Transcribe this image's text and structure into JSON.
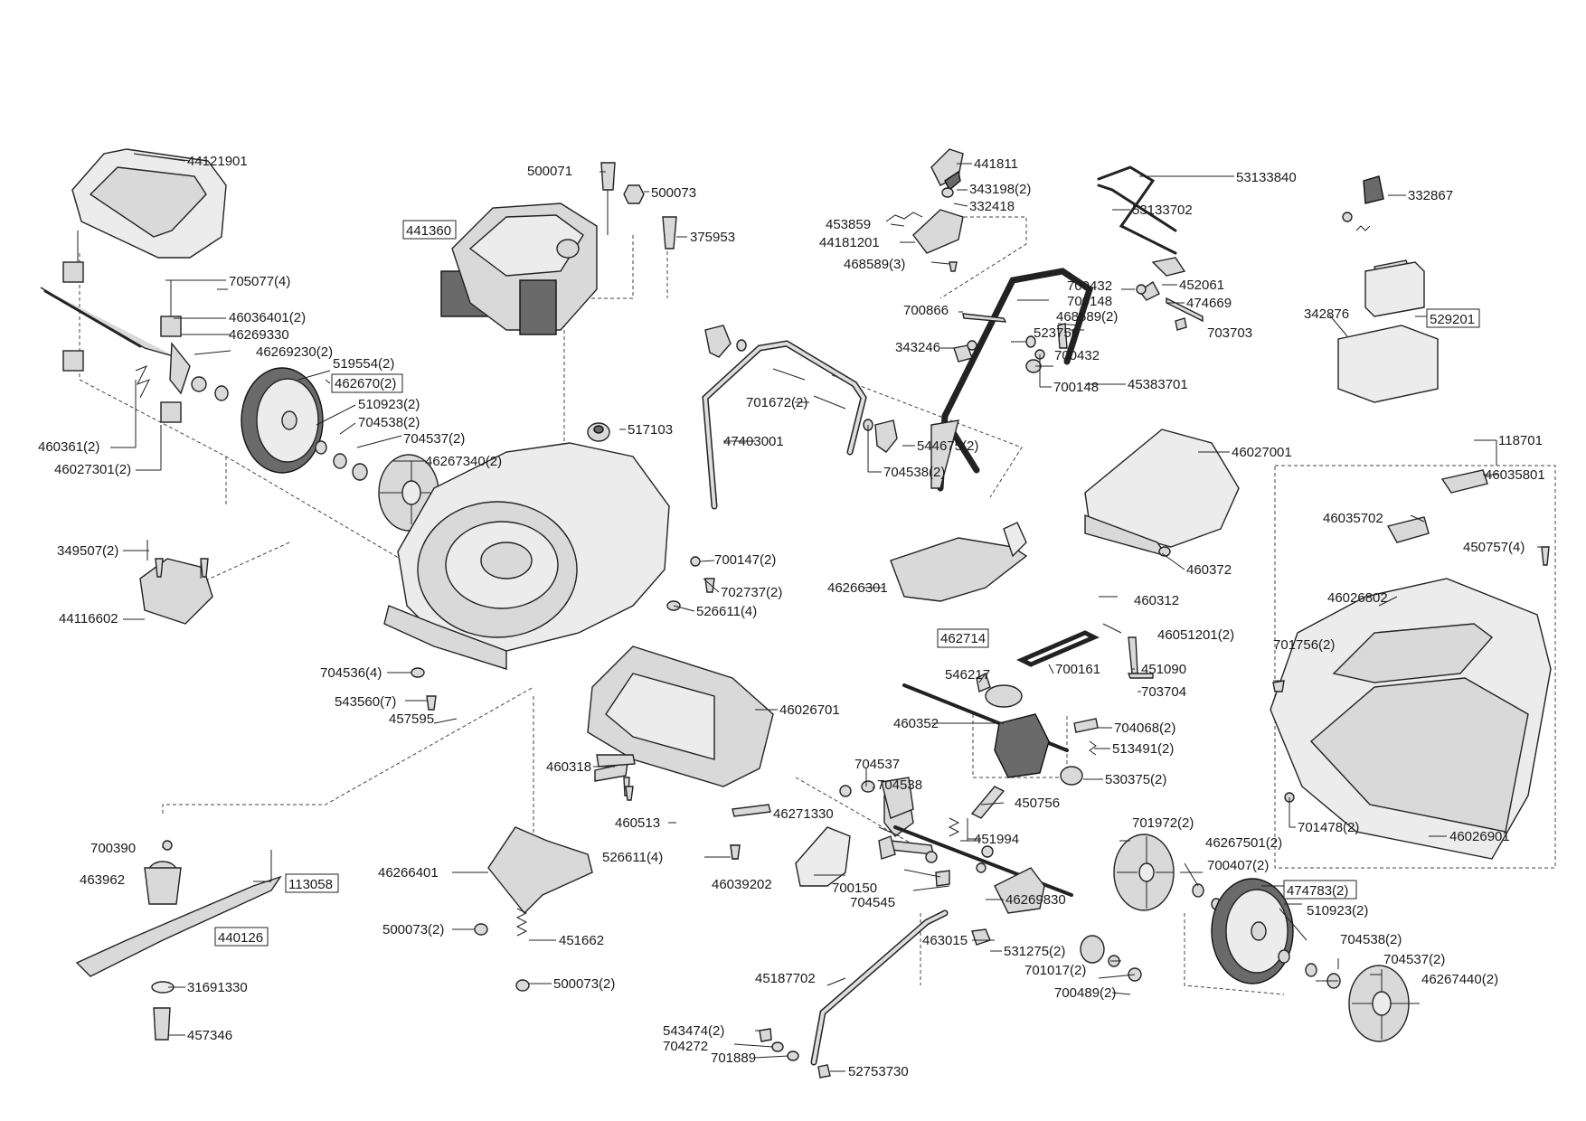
{
  "parts": {
    "p44121901": "44121901",
    "p441360": "441360",
    "p500071": "500071",
    "p500073": "500073",
    "p375953": "375953",
    "p705077": "705077(4)",
    "p46036401": "46036401(2)",
    "p46269330": "46269330",
    "p46269230": "46269230(2)",
    "p519554": "519554(2)",
    "p462670": "462670(2)",
    "p510923a": "510923(2)",
    "p704538a": "704538(2)",
    "p704537a": "704537(2)",
    "p46267340": "46267340(2)",
    "p460361": "460361(2)",
    "p46027301": "46027301(2)",
    "p517103": "517103",
    "p349507": "349507(2)",
    "p44116602": "44116602",
    "p700147": "700147(2)",
    "p702737": "702737(2)",
    "p526611a": "526611(4)",
    "p704536": "704536(4)",
    "p543560": "543560(7)",
    "p457595": "457595",
    "p46026701": "46026701",
    "p460318": "460318",
    "p460513": "460513",
    "p526611b": "526611(4)",
    "p700390": "700390",
    "p463962": "463962",
    "p113058": "113058",
    "p440126": "440126",
    "p31691330": "31691330",
    "p457346": "457346",
    "p46266401": "46266401",
    "p500073b": "500073(2)",
    "p451662": "451662",
    "p500073c": "500073(2)",
    "p441811": "441811",
    "p343198": "343198(2)",
    "p332418": "332418",
    "p453859": "453859",
    "p44181201": "44181201",
    "p468589a": "468589(3)",
    "p53133840": "53133840",
    "p53133702": "53133702",
    "p700432a": "700432",
    "p700148a": "700148",
    "p468589b": "468589(2)",
    "p452061": "452061",
    "p474669": "474669",
    "p700866": "700866",
    "p523756": "523756",
    "p703703": "703703",
    "p343246": "343246",
    "p700432b": "700432",
    "p700148b": "700148",
    "p45383701": "45383701",
    "p701672": "701672(2)",
    "p47403001": "47403001",
    "p544675": "544675(2)",
    "p704538b": "704538(2)",
    "p46027001": "46027001",
    "p46266301": "46266301",
    "p460372": "460372",
    "p460312": "460312",
    "p46051201": "46051201(2)",
    "p462714": "462714",
    "p546217": "546217",
    "p700161": "700161",
    "p451090": "451090",
    "p703704": "703704",
    "p460352": "460352",
    "p704068": "704068(2)",
    "p513491": "513491(2)",
    "p530375": "530375(2)",
    "p450756": "450756",
    "p451994": "451994",
    "p704537b": "704537",
    "p704538c": "704538",
    "p46271330": "46271330",
    "p46039202": "46039202",
    "p700150": "700150",
    "p704545": "704545",
    "p701972": "701972(2)",
    "p46267501": "46267501(2)",
    "p700407": "700407(2)",
    "p474783": "474783(2)",
    "p510923b": "510923(2)",
    "p46269830": "46269830",
    "p463015": "463015",
    "p531275": "531275(2)",
    "p701017": "701017(2)",
    "p700489": "700489(2)",
    "p704538d": "704538(2)",
    "p704537c": "704537(2)",
    "p46267440": "46267440(2)",
    "p45187702": "45187702",
    "p543474": "543474(2)",
    "p704272": "704272",
    "p701889": "701889",
    "p52753730": "52753730",
    "p332867": "332867",
    "p529201": "529201",
    "p342876": "342876",
    "p118701": "118701",
    "p46035801": "46035801",
    "p46035702": "46035702",
    "p450757": "450757(4)",
    "p46026802": "46026802",
    "p701756": "701756(2)",
    "p701478": "701478(2)",
    "p46026901": "46026901"
  }
}
